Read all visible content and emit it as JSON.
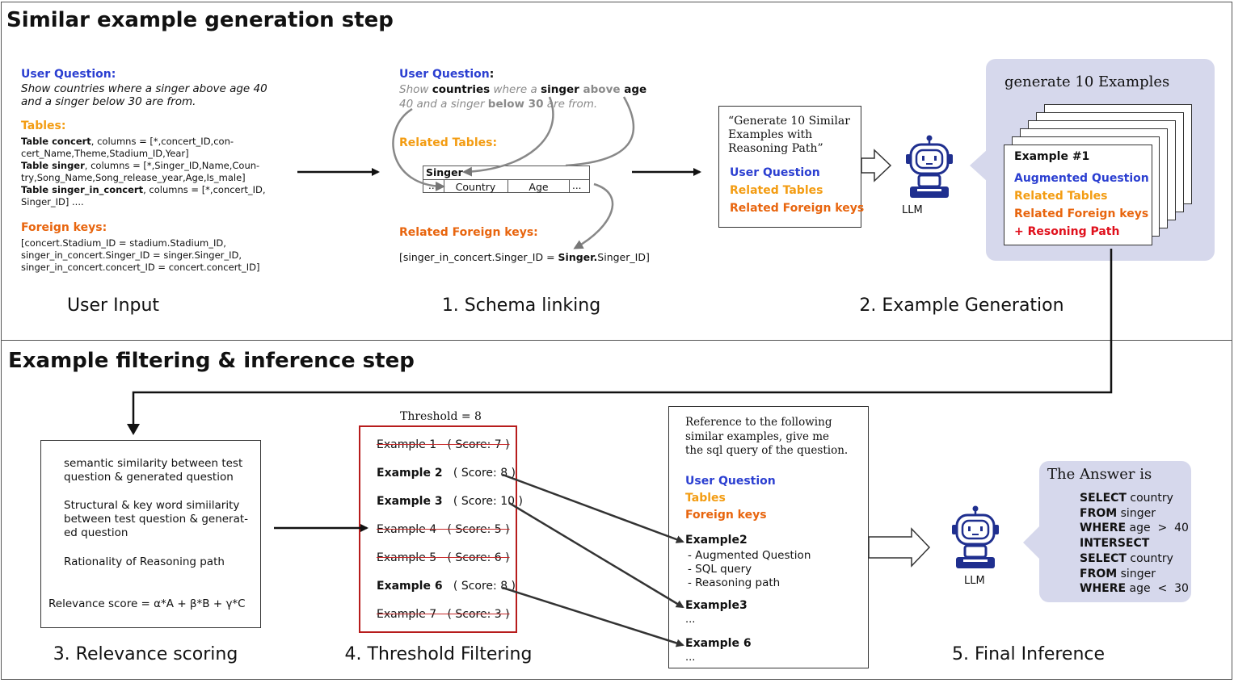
{
  "sections": {
    "top_title": "Similar example generation step",
    "bottom_title": "Example filtering & inference step"
  },
  "step_labels": {
    "user_input": "User Input",
    "schema_linking": "1. Schema linking",
    "example_generation": "2. Example Generation",
    "relevance_scoring": "3. Relevance scoring",
    "threshold_filtering": "4. Threshold Filtering",
    "final_inference": "5. Final Inference"
  },
  "user_input": {
    "question_label": "User Question:",
    "question_line1": "Show countries where a singer above age 40",
    "question_line2": "and a singer below 30 are from.",
    "tables_label": "Tables:",
    "table_lines": [
      [
        "Table concert",
        ", columns = [*,concert_ID,con-"
      ],
      [
        "",
        "cert_Name,Theme,Stadium_ID,Year]"
      ],
      [
        "Table singer",
        ", columns = [*,Singer_ID,Name,Coun-"
      ],
      [
        "",
        "try,Song_Name,Song_release_year,Age,Is_male]"
      ],
      [
        "Table singer_in_concert",
        ", columns = [*,concert_ID,"
      ],
      [
        "",
        "Singer_ID] ...."
      ]
    ],
    "fk_label": "Foreign keys:",
    "fk_lines": [
      "[concert.Stadium_ID = stadium.Stadium_ID,",
      "singer_in_concert.Singer_ID = singer.Singer_ID,",
      "singer_in_concert.concert_ID = concert.concert_ID]"
    ]
  },
  "schema_linking": {
    "question_label": "User Question",
    "question_colon": ":",
    "q_line1": [
      [
        "Show ",
        "g"
      ],
      [
        "countries",
        "b"
      ],
      [
        " where a ",
        "g"
      ],
      [
        "singer",
        "b"
      ],
      [
        " above ",
        "gb"
      ],
      [
        "age",
        "b"
      ]
    ],
    "q_line2": [
      [
        "40 and a singer ",
        "g"
      ],
      [
        "below 30",
        "gb"
      ],
      [
        " are from.",
        "g"
      ]
    ],
    "tables_label": "Related Tables:",
    "table_name": "Singer",
    "table_cols": [
      "...",
      "Country",
      "Age",
      "..."
    ],
    "fk_label": "Related Foreign keys:",
    "fk_prefix": "[singer_in_concert.Singer_ID = ",
    "fk_bold": "Singer.",
    "fk_suffix": "Singer_ID]"
  },
  "generation": {
    "prompt_line1": "“Generate 10 Similar",
    "prompt_line2": "Examples with",
    "prompt_line3": "Reasoning Path”",
    "user_question": "User Question",
    "related_tables": "Related Tables",
    "related_fk": "Related Foreign keys",
    "llm_label": "LLM",
    "panel_title": "generate 10 Examples",
    "card_title": "Example #1",
    "card_aug": "Augmented Question",
    "card_tables": "Related Tables",
    "card_fk": "Related Foreign keys",
    "card_path": "+ Resoning Path"
  },
  "relevance": {
    "item1": "semantic similarity between test question & generated question",
    "item2": "Structural & key word simiilarity between test question & generat-ed question",
    "item3": "Rationality of Reasoning path",
    "formula": "Relevance score = α*A +  β*B +  γ*C"
  },
  "threshold": {
    "label": "Threshold = 8",
    "examples": [
      {
        "name": "Example 1",
        "score": "( Score: 7 )",
        "kept": false
      },
      {
        "name": "Example 2",
        "score": "( Score: 8 )",
        "kept": true
      },
      {
        "name": "Example 3",
        "score": "( Score: 10 )",
        "kept": true
      },
      {
        "name": "Example 4",
        "score": "( Score: 5 )",
        "kept": false
      },
      {
        "name": "Example 5",
        "score": "( Score: 6 )",
        "kept": false
      },
      {
        "name": "Example 6",
        "score": "( Score: 8 )",
        "kept": true
      },
      {
        "name": "Example 7",
        "score": "( Score: 3 )",
        "kept": false
      }
    ]
  },
  "inference_prompt": {
    "line1": "Reference to the following",
    "line2": "similar examples, give me",
    "line3": "the sql query of the question.",
    "user_question": "User Question",
    "tables": "Tables",
    "fk": "Foreign keys",
    "ex2": "Example2",
    "ex2_items": [
      "- Augmented Question",
      "- SQL query",
      "- Reasoning path"
    ],
    "ex3": "Example3",
    "ellipsis1": "...",
    "ex6": "Example 6",
    "ellipsis2": "..."
  },
  "final": {
    "llm_label": "LLM",
    "answer_title": "The Answer is",
    "sql": [
      [
        "SELECT",
        " country"
      ],
      [
        "FROM",
        " singer"
      ],
      [
        "WHERE",
        " age  >  40"
      ],
      [
        "INTERSECT",
        ""
      ],
      [
        "SELECT",
        " country"
      ],
      [
        "FROM",
        " singer"
      ],
      [
        "WHERE",
        " age  <  30"
      ]
    ]
  },
  "colors": {
    "blue": "#2b3fd1",
    "orange": "#f39c12",
    "dark_orange": "#e8650e",
    "red": "#e0101c",
    "panel": "#d6d8ec",
    "threshold_border": "#b71c1c",
    "robot": "#1f2f8f"
  }
}
